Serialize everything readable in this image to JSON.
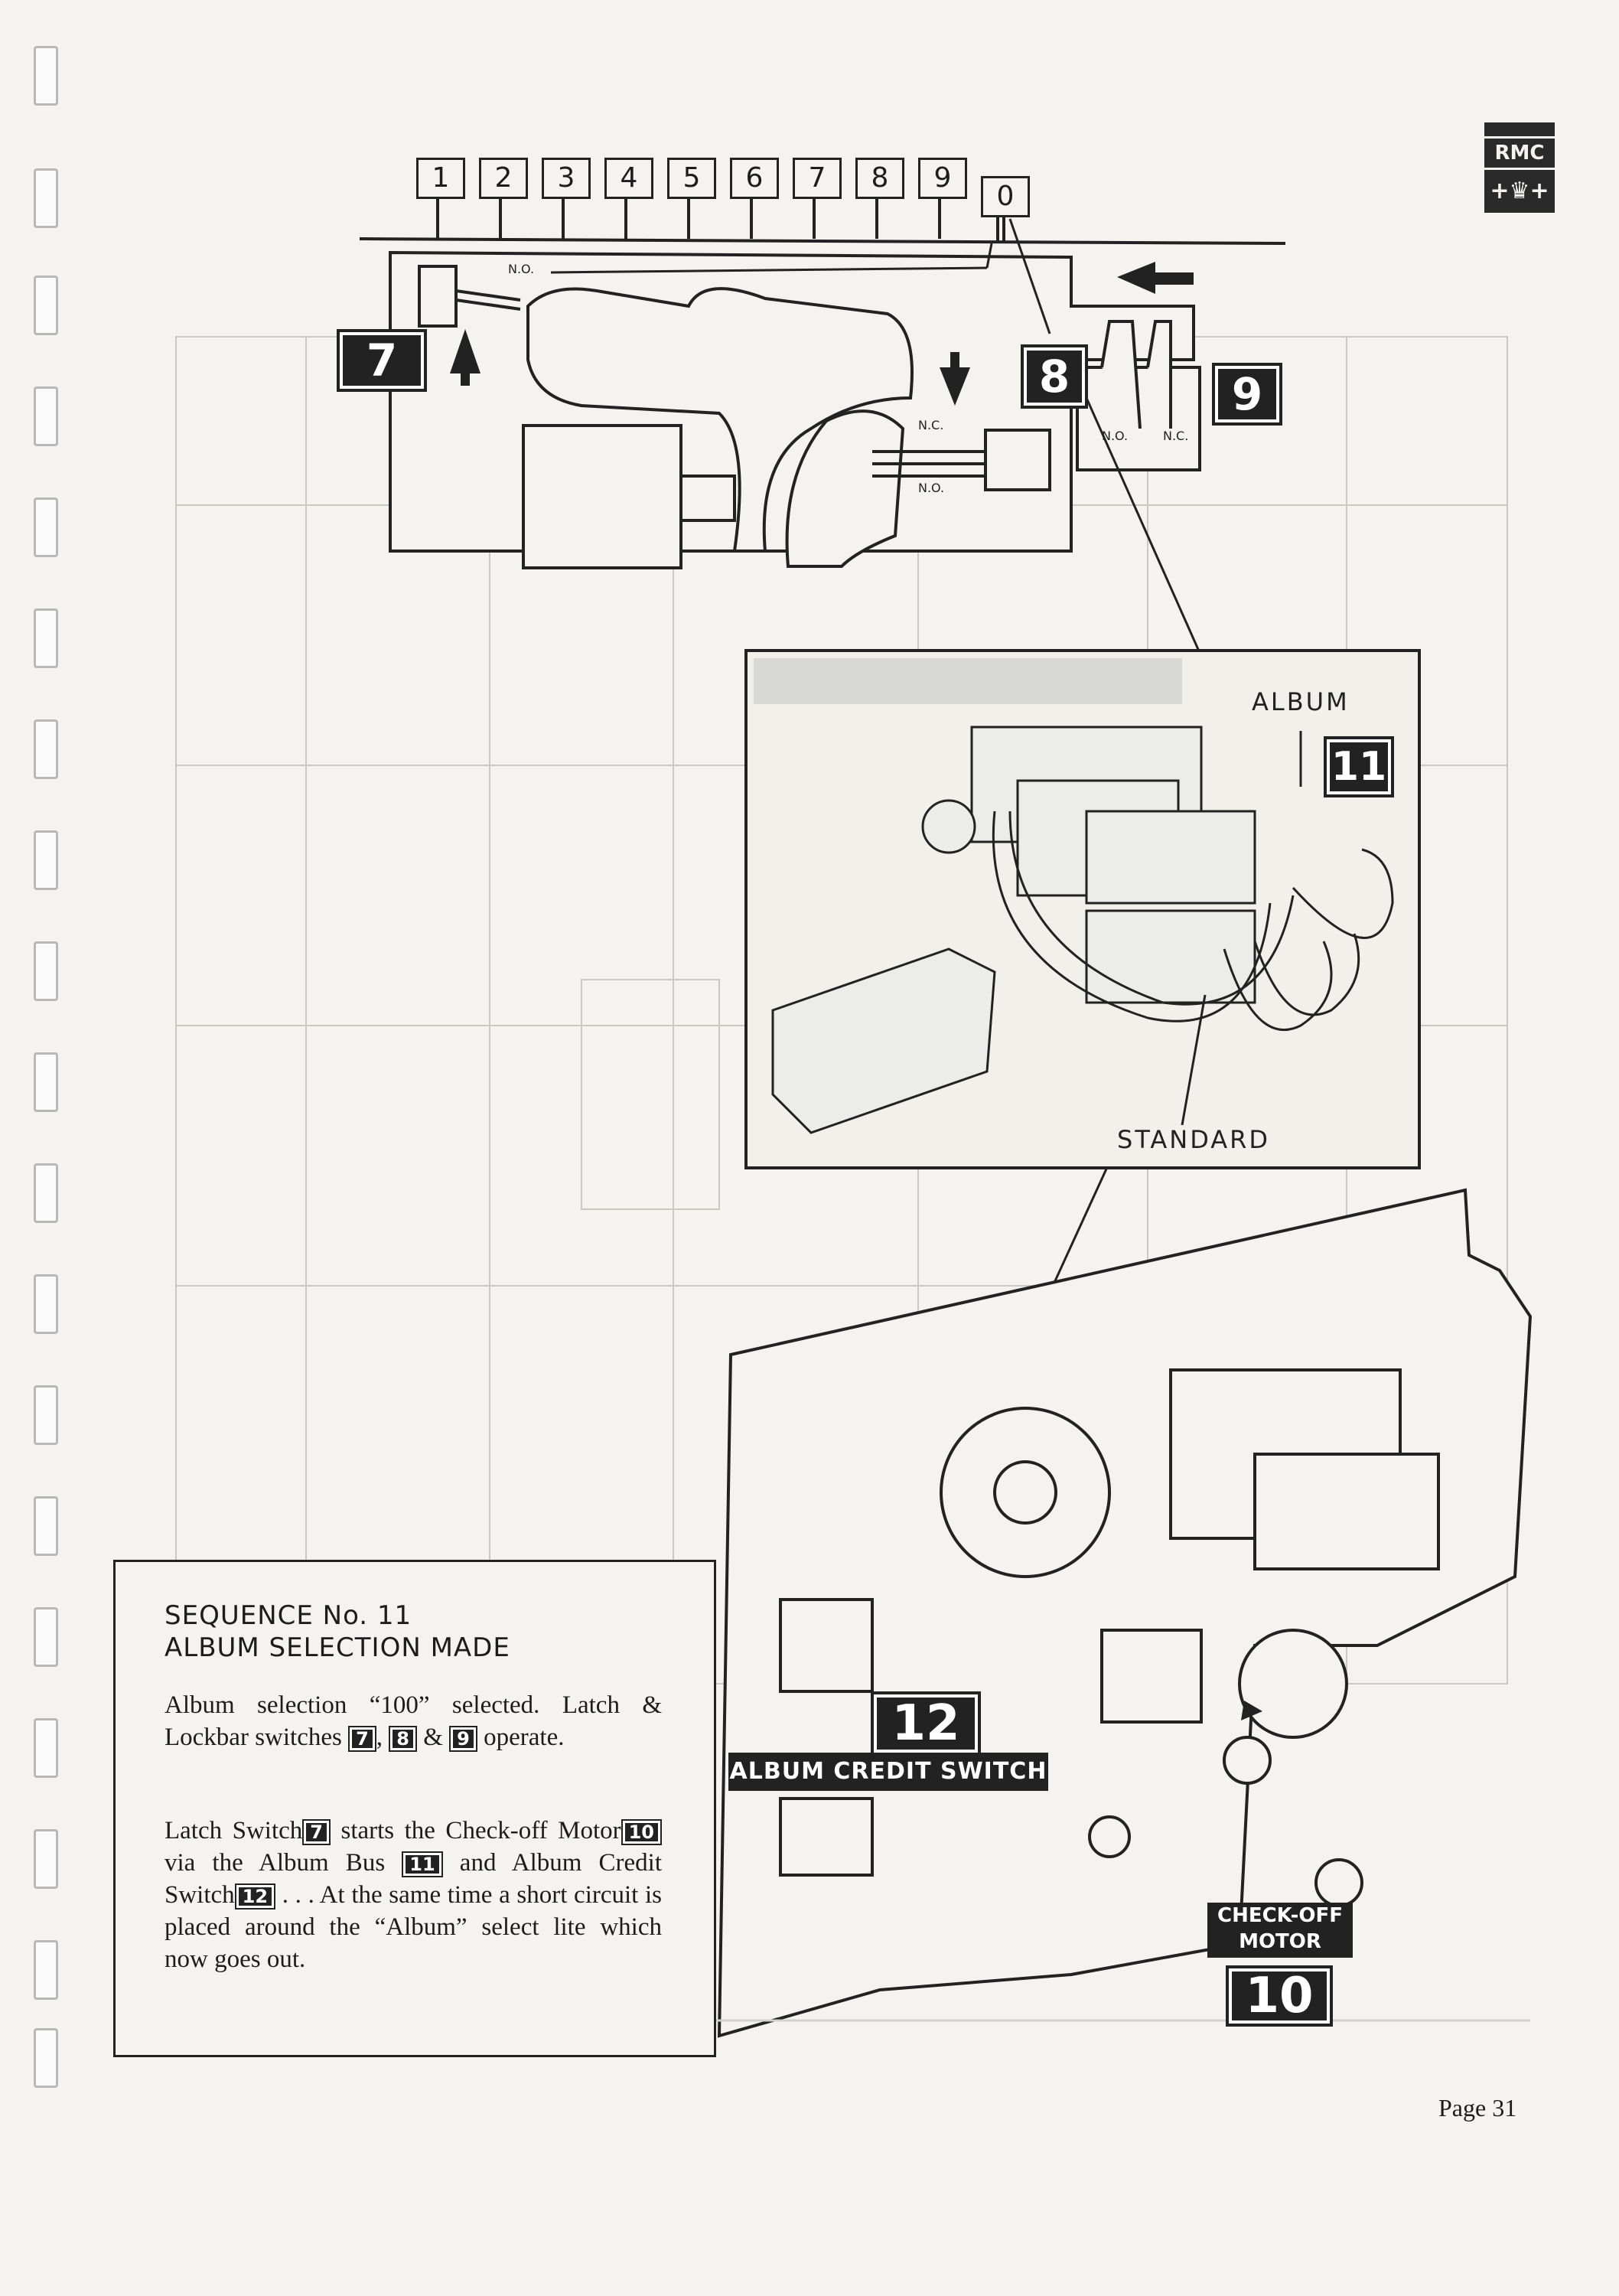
{
  "badge": {
    "brand": "RMC",
    "crest": "+♛+"
  },
  "keys": [
    "1",
    "2",
    "3",
    "4",
    "5",
    "6",
    "7",
    "8",
    "9",
    "0"
  ],
  "schematic_labels": {
    "no_top": "N.O.",
    "nc_mid": "N.C.",
    "no_mid": "N.O.",
    "no_right": "N.O.",
    "nc_right": "N.C."
  },
  "callouts": {
    "c7": "7",
    "c8": "8",
    "c9": "9",
    "c11": "11",
    "c12": "12",
    "c10": "10"
  },
  "photo_labels": {
    "album": "ALBUM",
    "standard": "STANDARD"
  },
  "motor_labels": {
    "album_credit_switch": "ALBUM CREDIT SWITCH",
    "check_off": "CHECK-OFF",
    "motor": "MOTOR"
  },
  "sequence": {
    "title1": "SEQUENCE No. 11",
    "title2": "ALBUM SELECTION MADE",
    "p1_a": "Album selection “100” selected. Latch & Lockbar switches",
    "p1_sep": ",",
    "p1_amp": "&",
    "p1_b": "operate.",
    "p2_a": "Latch Switch",
    "p2_b": "starts the Check-off Motor",
    "p2_c": "via the Album Bus",
    "p2_d": "and Album Credit Switch",
    "p2_e": ". . . At the same time a short circuit is placed around the “Album” select lite which now goes out.",
    "n7": "7",
    "n8": "8",
    "n9": "9",
    "n10": "10",
    "n11": "11",
    "n12": "12"
  },
  "page": {
    "number": "Page 31"
  }
}
